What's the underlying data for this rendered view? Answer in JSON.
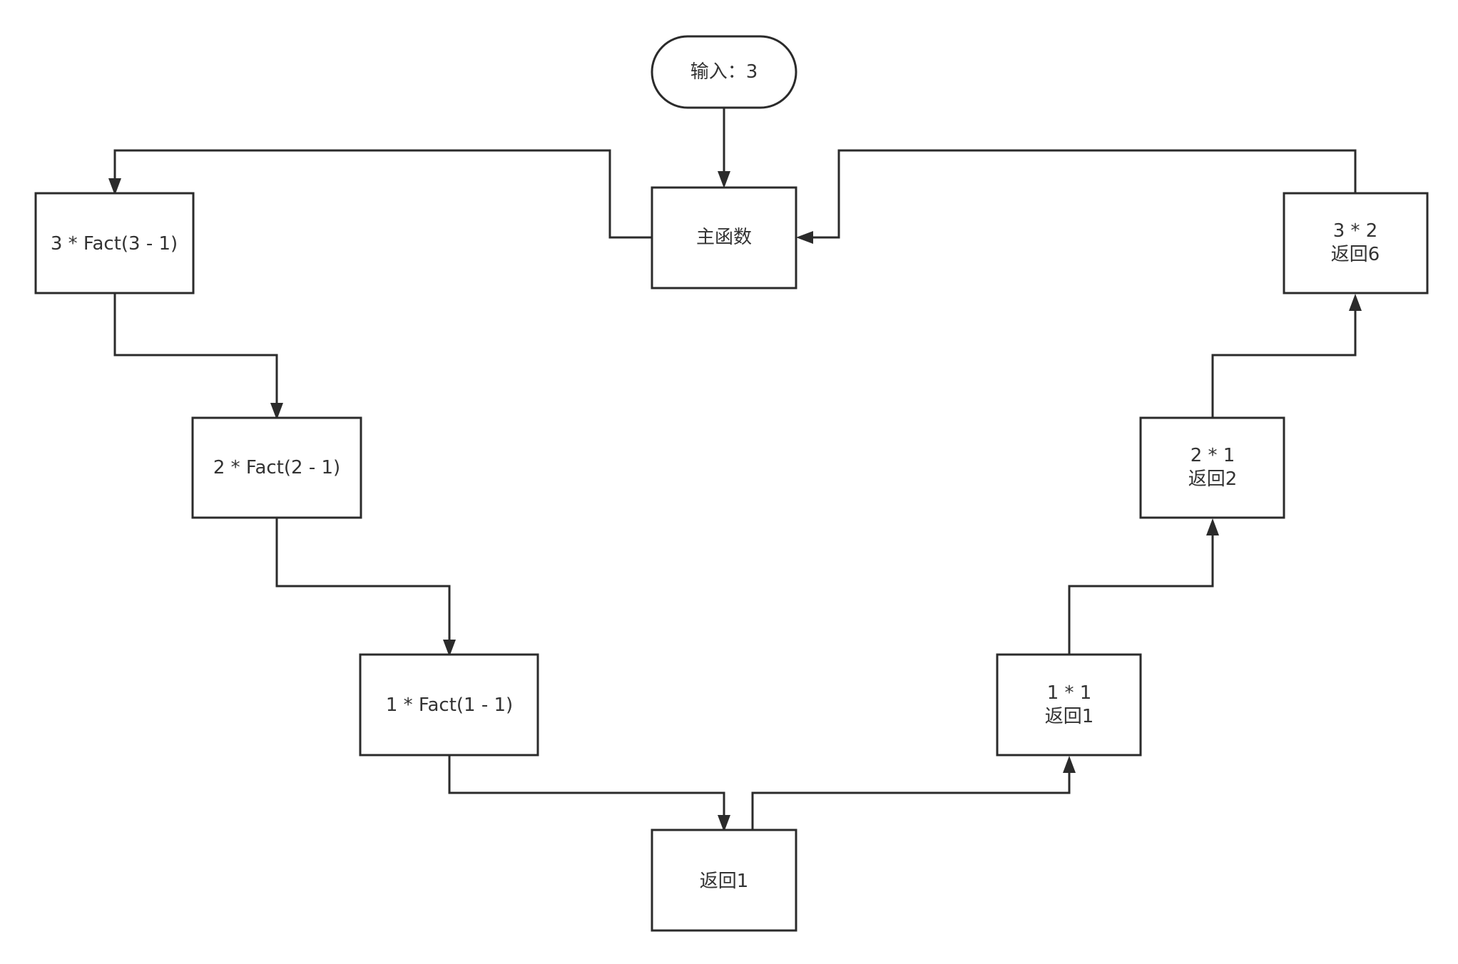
{
  "diagram": {
    "nodes": {
      "input": {
        "label": "输入：3"
      },
      "main": {
        "label": "主函数"
      },
      "fact3": {
        "label": "3 * Fact(3 - 1)"
      },
      "fact2": {
        "label": "2 * Fact(2 - 1)"
      },
      "fact1": {
        "label": "1 * Fact(1 - 1)"
      },
      "return1": {
        "label": "返回1"
      },
      "mul11": {
        "line1": "1 * 1",
        "line2": "返回1"
      },
      "mul21": {
        "line1": "2 * 1",
        "line2": "返回2"
      },
      "mul32": {
        "line1": "3 * 2",
        "line2": "返回6"
      }
    },
    "edges": [
      {
        "from": "input",
        "to": "main"
      },
      {
        "from": "main",
        "to": "fact3"
      },
      {
        "from": "fact3",
        "to": "fact2"
      },
      {
        "from": "fact2",
        "to": "fact1"
      },
      {
        "from": "fact1",
        "to": "return1"
      },
      {
        "from": "return1",
        "to": "mul11"
      },
      {
        "from": "mul11",
        "to": "mul21"
      },
      {
        "from": "mul21",
        "to": "mul32"
      },
      {
        "from": "mul32",
        "to": "main"
      }
    ]
  }
}
